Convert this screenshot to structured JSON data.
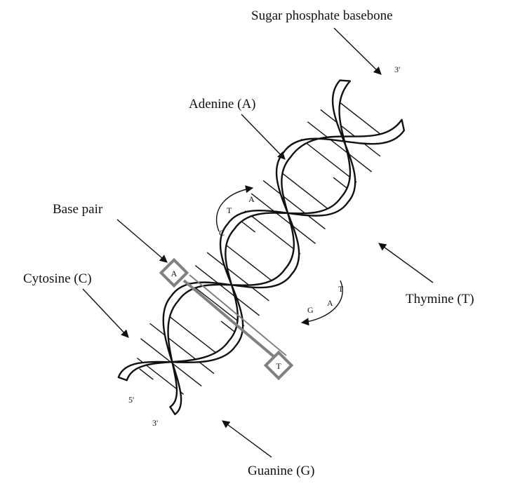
{
  "labels": {
    "backbone": "Sugar phosphate basebone",
    "adenine": "Adenine (A)",
    "base_pair": "Base pair",
    "cytosine": "Cytosine (C)",
    "thymine": "Thymine (T)",
    "guanine": "Guanine (G)"
  },
  "ends": {
    "top_3prime": "3'",
    "bottom_5prime": "5'",
    "bottom_3prime": "3'"
  },
  "pair_letters": {
    "upper_T": "T",
    "upper_A": "A",
    "upper_C": "C",
    "lower_T": "T",
    "lower_A": "A",
    "lower_G": "G",
    "box_A": "A",
    "box_T": "T"
  },
  "colors": {
    "ink": "#111111",
    "highlight_box": "#808080"
  }
}
